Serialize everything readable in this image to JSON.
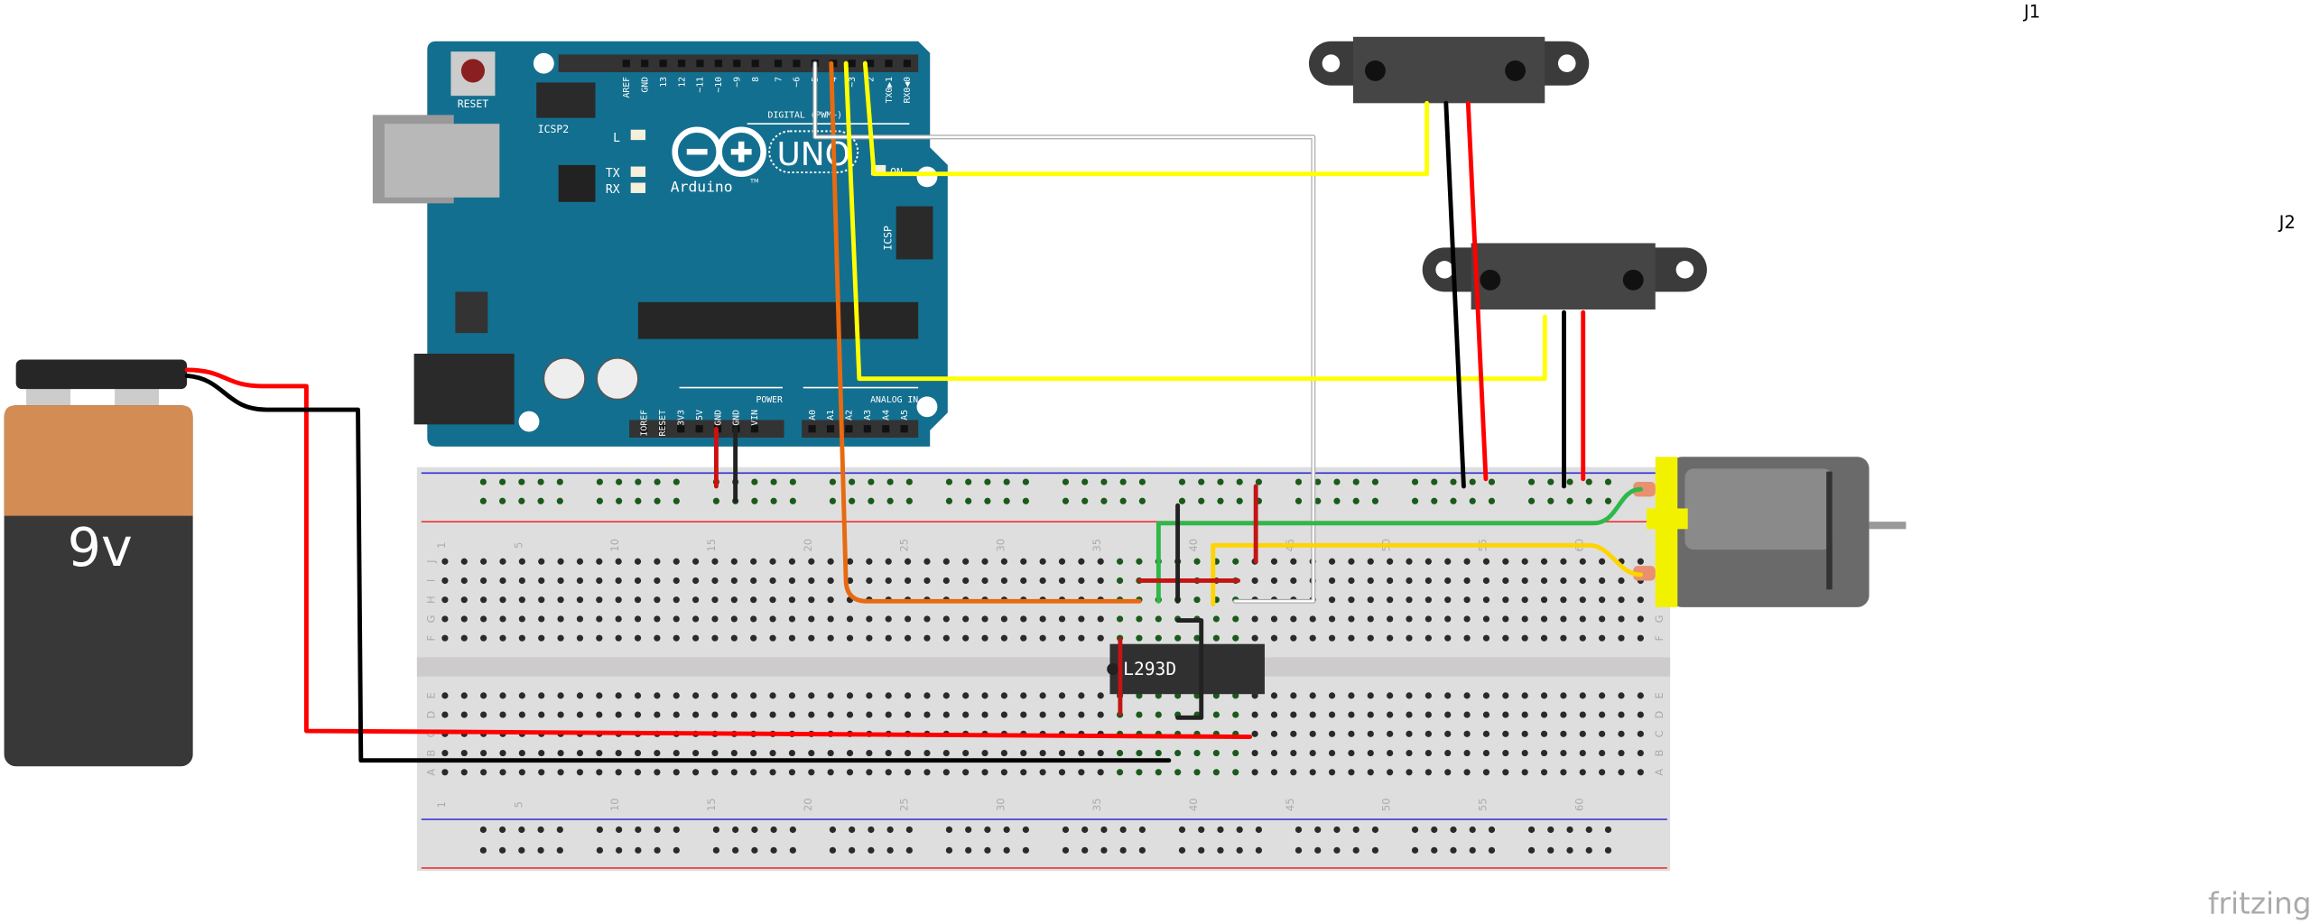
{
  "labels": {
    "j1": "J1",
    "j2": "J2",
    "battery": "9v",
    "chip": "L293D",
    "logo": "fritzing"
  },
  "arduino": {
    "reset": "RESET",
    "icsp2": "ICSP2",
    "icsp": "ICSP",
    "led_l": "L",
    "tx": "TX",
    "rx": "RX",
    "on": "ON",
    "brand": "Arduino",
    "tm": "TM",
    "model": "UNO",
    "digital_label": "DIGITAL (PWM~)",
    "power_label": "POWER",
    "analog_label": "ANALOG IN",
    "digital_pins": [
      "AREF",
      "GND",
      "13",
      "12",
      "~11",
      "~10",
      "~9",
      "8",
      "7",
      "~6",
      "~5",
      "4",
      "~3",
      "2",
      "TX0▶1",
      "RX0◀0"
    ],
    "power_pins": [
      "IOREF",
      "RESET",
      "3V3",
      "5V",
      "GND",
      "GND",
      "VIN"
    ],
    "analog_pins": [
      "A0",
      "A1",
      "A2",
      "A3",
      "A4",
      "A5"
    ]
  },
  "breadboard": {
    "column_numbers": [
      "1",
      "5",
      "10",
      "15",
      "20",
      "25",
      "30",
      "35",
      "40",
      "45",
      "50",
      "55",
      "60"
    ],
    "top_rows": [
      "J",
      "I",
      "H",
      "G",
      "F"
    ],
    "bottom_rows": [
      "E",
      "D",
      "C",
      "B",
      "A"
    ]
  },
  "colors": {
    "arduino_board": "#136f8f",
    "breadboard": "#dedede",
    "wire_red": "#ff0000",
    "wire_black": "#000000",
    "wire_yellow": "#ffff00",
    "wire_orange": "#e86a10",
    "wire_green": "#2fb84a",
    "wire_gold": "#ffd400",
    "motor_cap": "#f2f200",
    "battery_top": "#d28c54",
    "battery_body": "#383838"
  }
}
